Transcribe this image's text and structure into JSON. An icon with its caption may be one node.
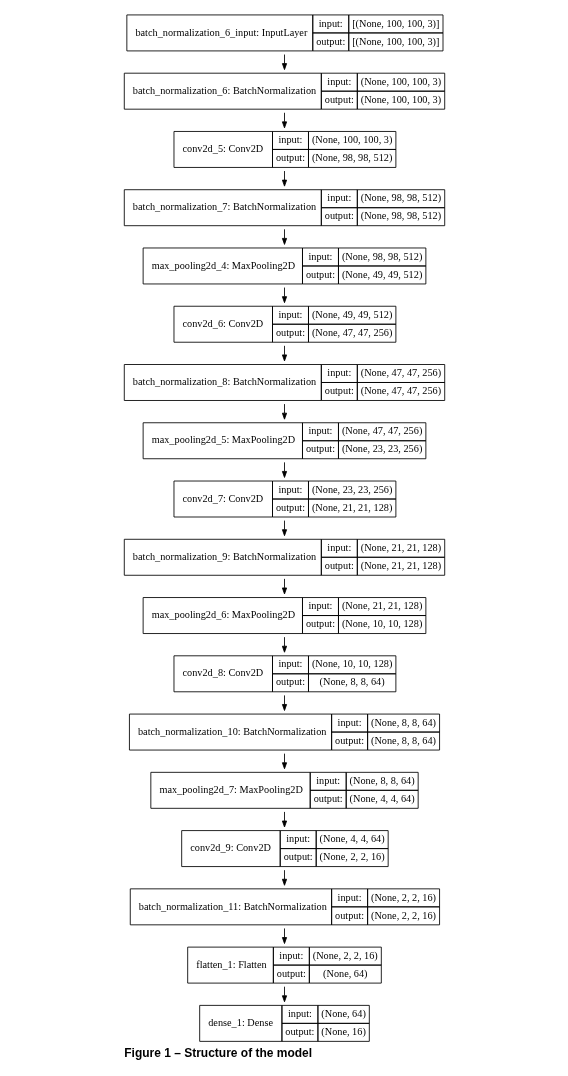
{
  "diagram": {
    "caption": "Figure 1 – Structure of the model",
    "nodes": [
      {
        "text": [
          "batch_normalization_6_input: InputLayer",
          "input:",
          "[(None, 100, 100, 3)]",
          "output:",
          "[(None, 100, 100, 3)]"
        ]
      },
      {
        "text": [
          "batch_normalization_6: BatchNormalization",
          "input:",
          "(None, 100, 100, 3)",
          "output:",
          "(None, 100, 100, 3)"
        ]
      },
      {
        "text": [
          "conv2d_5: Conv2D",
          "input:",
          "(None, 100, 100, 3)",
          "output:",
          "(None, 98, 98, 512)"
        ]
      },
      {
        "text": [
          "batch_normalization_7: BatchNormalization",
          "input:",
          "(None, 98, 98, 512)",
          "output:",
          "(None, 98, 98, 512)"
        ]
      },
      {
        "text": [
          "max_pooling2d_4: MaxPooling2D",
          "input:",
          "(None, 98, 98, 512)",
          "output:",
          "(None, 49, 49, 512)"
        ]
      },
      {
        "text": [
          "conv2d_6: Conv2D",
          "input:",
          "(None, 49, 49, 512)",
          "output:",
          "(None, 47, 47, 256)"
        ]
      },
      {
        "text": [
          "batch_normalization_8: BatchNormalization",
          "input:",
          "(None, 47, 47, 256)",
          "output:",
          "(None, 47, 47, 256)"
        ]
      },
      {
        "text": [
          "max_pooling2d_5: MaxPooling2D",
          "input:",
          "(None, 47, 47, 256)",
          "output:",
          "(None, 23, 23, 256)"
        ]
      },
      {
        "text": [
          "conv2d_7: Conv2D",
          "input:",
          "(None, 23, 23, 256)",
          "output:",
          "(None, 21, 21, 128)"
        ]
      },
      {
        "text": [
          "batch_normalization_9: BatchNormalization",
          "input:",
          "(None, 21, 21, 128)",
          "output:",
          "(None, 21, 21, 128)"
        ]
      },
      {
        "text": [
          "max_pooling2d_6: MaxPooling2D",
          "input:",
          "(None, 21, 21, 128)",
          "output:",
          "(None, 10, 10, 128)"
        ]
      },
      {
        "text": [
          "conv2d_8: Conv2D",
          "input:",
          "(None, 10, 10, 128)",
          "output:",
          "(None, 8, 8, 64)"
        ]
      },
      {
        "text": [
          "batch_normalization_10: BatchNormalization",
          "input:",
          "(None, 8, 8, 64)",
          "output:",
          "(None, 8, 8, 64)"
        ]
      },
      {
        "text": [
          "max_pooling2d_7: MaxPooling2D",
          "input:",
          "(None, 8, 8, 64)",
          "output:",
          "(None, 4, 4, 64)"
        ]
      },
      {
        "text": [
          "conv2d_9: Conv2D",
          "input:",
          "(None, 4, 4, 64)",
          "output:",
          "(None, 2, 2, 16)"
        ]
      },
      {
        "text": [
          "batch_normalization_11: BatchNormalization",
          "input:",
          "(None, 2, 2, 16)",
          "output:",
          "(None, 2, 2, 16)"
        ]
      },
      {
        "text": [
          "flatten_1: Flatten",
          "input:",
          "(None, 2, 2, 16)",
          "output:",
          "(None, 64)"
        ]
      },
      {
        "text": [
          "dense_1: Dense",
          "input:",
          "(None, 64)",
          "output:",
          "(None, 16)"
        ]
      }
    ],
    "edges": [
      {
        "from": 0,
        "to": 1,
        "arrow": "to"
      },
      {
        "from": 1,
        "to": 2,
        "arrow": "to"
      },
      {
        "from": 2,
        "to": 3,
        "arrow": "to"
      },
      {
        "from": 3,
        "to": 4,
        "arrow": "to"
      },
      {
        "from": 4,
        "to": 5,
        "arrow": "to"
      },
      {
        "from": 5,
        "to": 6,
        "arrow": "to"
      },
      {
        "from": 6,
        "to": 7,
        "arrow": "to"
      },
      {
        "from": 7,
        "to": 8,
        "arrow": "to"
      },
      {
        "from": 8,
        "to": 9,
        "arrow": "to"
      },
      {
        "from": 9,
        "to": 10,
        "arrow": "to"
      },
      {
        "from": 10,
        "to": 11,
        "arrow": "to"
      },
      {
        "from": 11,
        "to": 12,
        "arrow": "to"
      },
      {
        "from": 12,
        "to": 13,
        "arrow": "to"
      },
      {
        "from": 13,
        "to": 14,
        "arrow": "to"
      },
      {
        "from": 14,
        "to": 15,
        "arrow": "to"
      },
      {
        "from": 15,
        "to": 16,
        "arrow": "to"
      },
      {
        "from": 16,
        "to": 17,
        "arrow": "to"
      }
    ]
  }
}
